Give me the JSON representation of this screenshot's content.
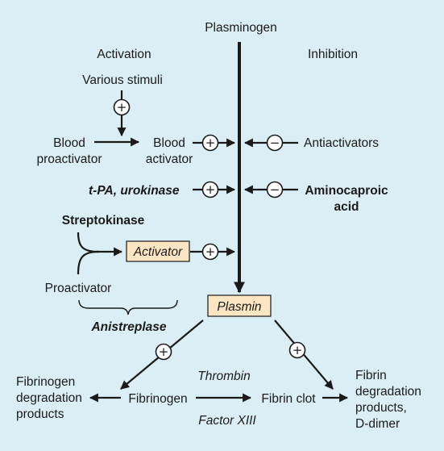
{
  "colors": {
    "background": "#dbeef6",
    "box_fill": "#fbe5c2",
    "ink": "#1a1a1a"
  },
  "labels": {
    "plasminogen": "Plasminogen",
    "activation": "Activation",
    "inhibition": "Inhibition",
    "various_stimuli": "Various stimuli",
    "blood_proactivator_1": "Blood",
    "blood_proactivator_2": "proactivator",
    "blood_activator_1": "Blood",
    "blood_activator_2": "activator",
    "antiactivators": "Antiactivators",
    "tpa": "t-PA, urokinase",
    "aminocaproic_1": "Aminocaproic",
    "aminocaproic_2": "acid",
    "streptokinase": "Streptokinase",
    "activator": "Activator",
    "proactivator": "Proactivator",
    "anistreplase": "Anistreplase",
    "plasmin": "Plasmin",
    "fibrinogen_deg_1": "Fibrinogen",
    "fibrinogen_deg_2": "degradation",
    "fibrinogen_deg_3": "products",
    "fibrinogen": "Fibrinogen",
    "thrombin": "Thrombin",
    "factor_xiii": "Factor XIII",
    "fibrin_clot": "Fibrin clot",
    "fibrin_deg_1": "Fibrin",
    "fibrin_deg_2": "degradation",
    "fibrin_deg_3": "products,",
    "fibrin_deg_4": "D-dimer"
  },
  "signs": {
    "plus": "+",
    "minus": "−"
  }
}
